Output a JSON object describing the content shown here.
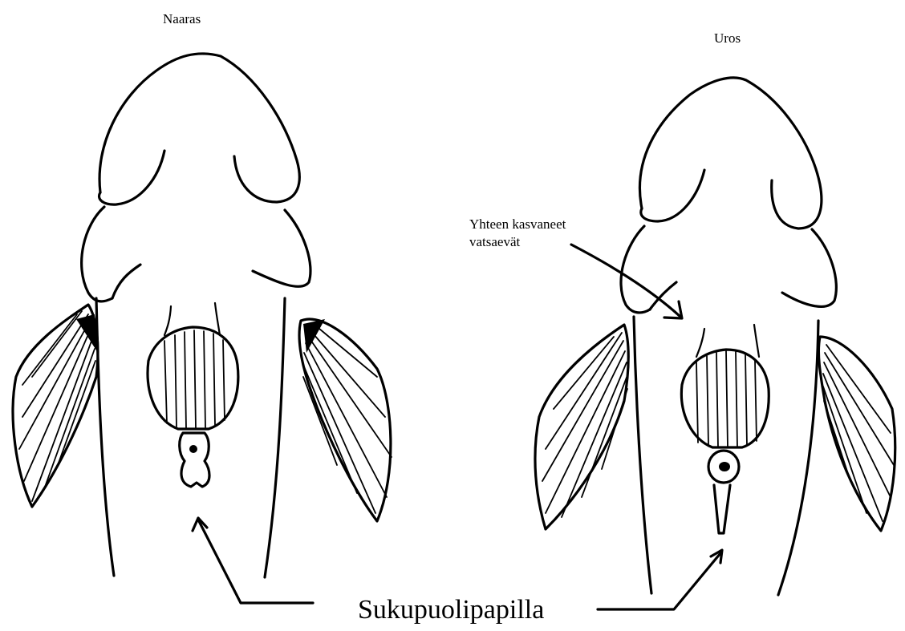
{
  "labels": {
    "female": "Naaras",
    "male": "Uros",
    "annotation_line1": "Yhteen kasvaneet",
    "annotation_line2": "vatsaevät",
    "papilla": "Sukupuolipapilla"
  }
}
